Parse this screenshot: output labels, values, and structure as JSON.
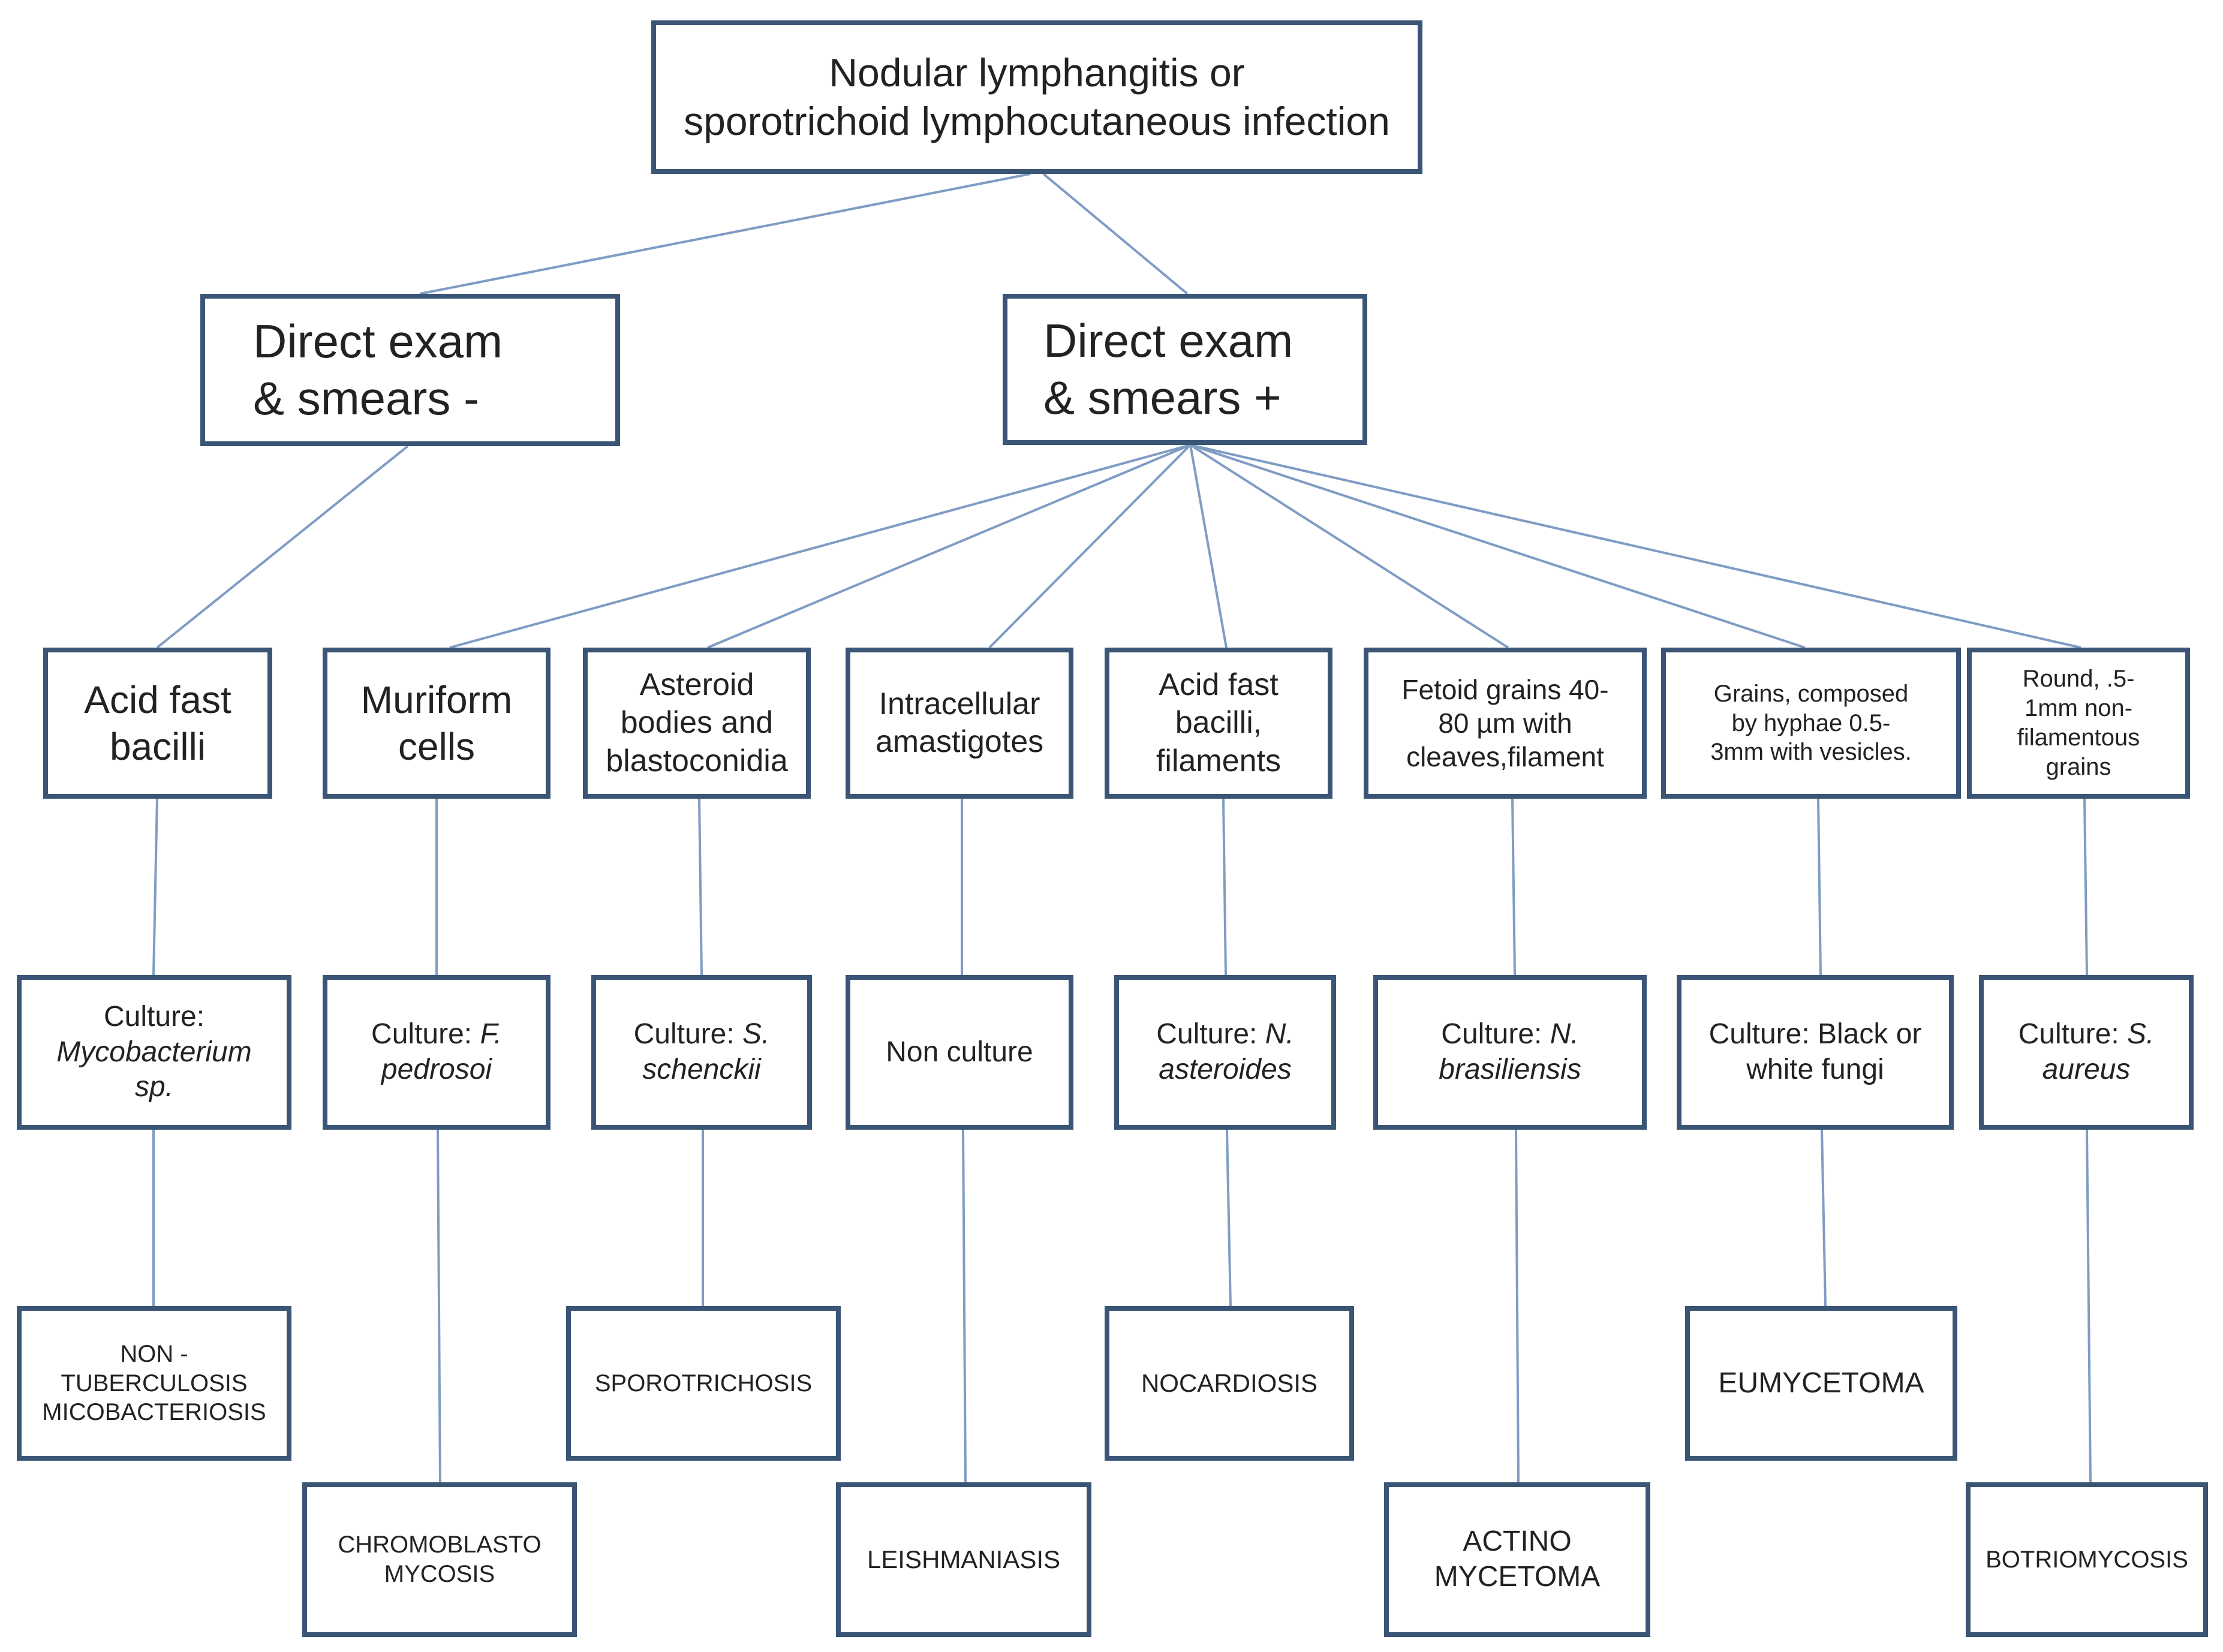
{
  "root": {
    "line1": "Nodular lymphangitis or",
    "line2": "sporotrichoid lymphocutaneous infection"
  },
  "negative": {
    "line1": "Direct exam",
    "line2": "& smears -"
  },
  "positive": {
    "line1": "Direct exam",
    "line2": "& smears +"
  },
  "findings": [
    {
      "line1": "Acid fast",
      "line2": "bacilli"
    },
    {
      "line1": "Muriform",
      "line2": "cells"
    },
    {
      "line1": "Asteroid",
      "line2": "bodies and",
      "line3": "blastoconidia"
    },
    {
      "line1": "Intracellular",
      "line2": "amastigotes"
    },
    {
      "line1": "Acid fast",
      "line2": "bacilli,",
      "line3": "filaments"
    },
    {
      "line1": "Fetoid grains 40-",
      "line2": "80 µm with",
      "line3": "cleaves,filament"
    },
    {
      "line1": "Grains, composed",
      "line2": "by hyphae  0.5-",
      "line3": "3mm  with vesicles."
    },
    {
      "line1": "Round, .5-",
      "line2": "1mm non-",
      "line3": "filamentous",
      "line4": "grains"
    }
  ],
  "cultures": [
    {
      "prefix": "Culture:",
      "organism": "Mycobacterium",
      "organism2": "sp."
    },
    {
      "prefix": "Culture:",
      "organism": "F.",
      "organism2": "pedrosoi"
    },
    {
      "prefix": "Culture:",
      "organism": "S.",
      "organism2": "schenckii"
    },
    {
      "prefix": "Non culture"
    },
    {
      "prefix": "Culture:",
      "organism": "N.",
      "organism2": "asteroides"
    },
    {
      "prefix": "Culture:",
      "organism": "N.",
      "organism2": "brasiliensis"
    },
    {
      "prefix": "Culture: Black or",
      "organism2": "white fungi"
    },
    {
      "prefix": "Culture:",
      "organism": "S.",
      "organism2": "aureus"
    }
  ],
  "diagnoses": [
    {
      "line1": "NON -",
      "line2": "TUBERCULOSIS",
      "line3": "MICOBACTERIOSIS"
    },
    {
      "line1": "CHROMOBLASTO",
      "line2": "MYCOSIS"
    },
    {
      "line1": "SPOROTRICHOSIS"
    },
    {
      "line1": "LEISHMANIASIS"
    },
    {
      "line1": "NOCARDIOSIS"
    },
    {
      "line1": "ACTINO",
      "line2": "MYCETOMA"
    },
    {
      "line1": "EUMYCETOMA"
    },
    {
      "line1": "BOTRIOMYCOSIS"
    }
  ],
  "colors": {
    "border": "#3b5576",
    "connector": "#7f9cc4"
  }
}
